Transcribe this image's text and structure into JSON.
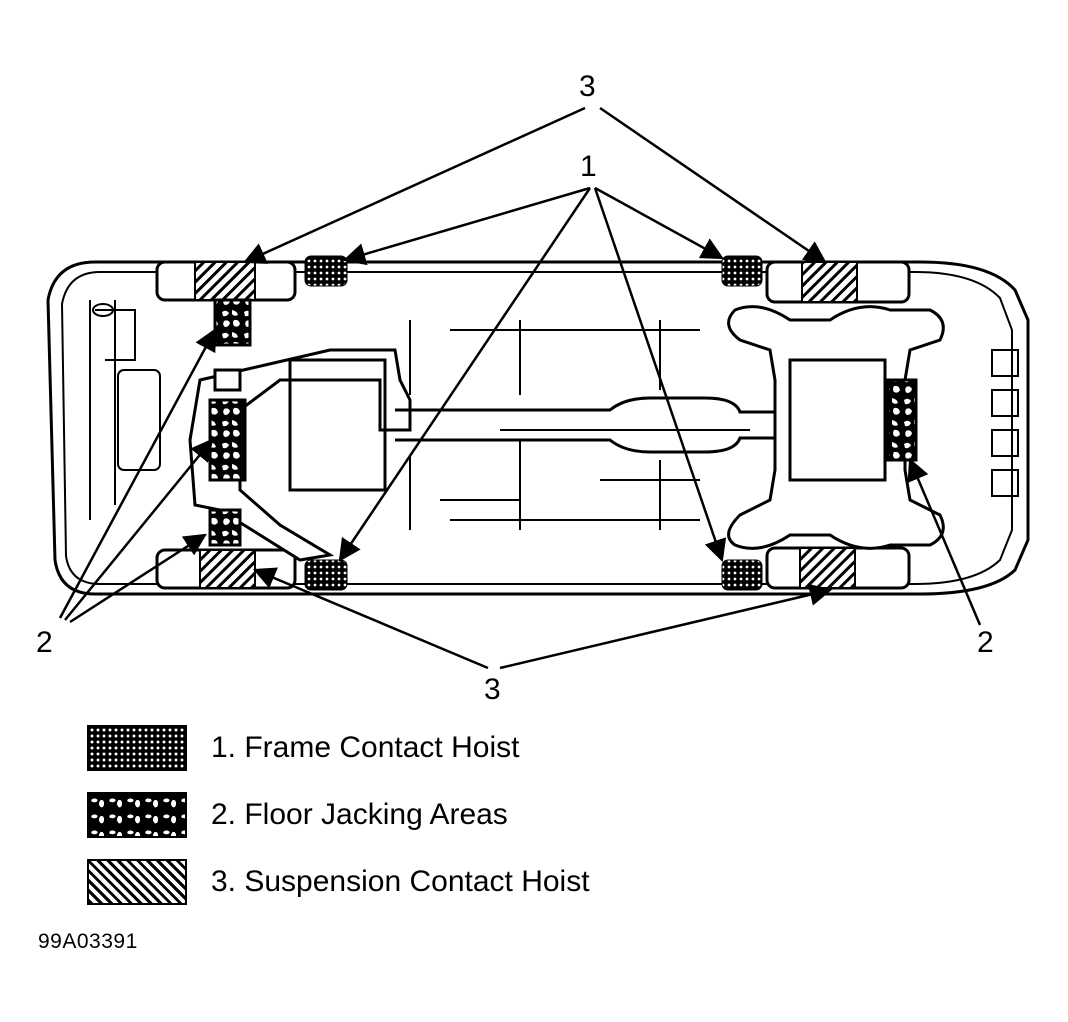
{
  "diagram": {
    "callouts": {
      "top_3": "3",
      "top_1": "1",
      "left_2": "2",
      "right_2": "2",
      "bottom_3": "3"
    }
  },
  "legend": {
    "items": [
      {
        "label": "1. Frame Contact Hoist",
        "pattern": "frame-contact-dots"
      },
      {
        "label": "2. Floor Jacking Areas",
        "pattern": "floor-jacking-mottled"
      },
      {
        "label": "3. Suspension Contact Hoist",
        "pattern": "suspension-hatch"
      }
    ]
  },
  "figure_id": "99A03391",
  "colors": {
    "ink": "#000000",
    "paper": "#ffffff"
  }
}
